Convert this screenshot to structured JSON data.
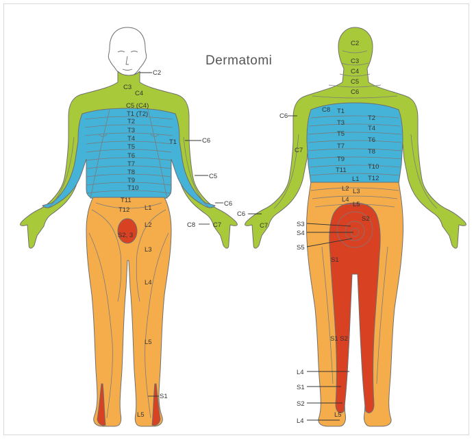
{
  "title": "Dermatomi",
  "colors": {
    "cervical": "#a8c93a",
    "thoracic": "#45b3d8",
    "lumbar": "#f5ad4c",
    "sacral": "#d94123",
    "outline": "#6e6e6e",
    "skin": "#ffffff"
  },
  "front": {
    "labels": [
      {
        "id": "c2",
        "text": "C2"
      },
      {
        "id": "c3",
        "text": "C3"
      },
      {
        "id": "c4",
        "text": "C4"
      },
      {
        "id": "c5c4",
        "text": "C5 (C4)"
      },
      {
        "id": "t1t2",
        "text": "T1 (T2)"
      },
      {
        "id": "t2",
        "text": "T2"
      },
      {
        "id": "t3",
        "text": "T3"
      },
      {
        "id": "t4",
        "text": "T4"
      },
      {
        "id": "t5",
        "text": "T5"
      },
      {
        "id": "t6",
        "text": "T6"
      },
      {
        "id": "t7",
        "text": "T7"
      },
      {
        "id": "t8",
        "text": "T8"
      },
      {
        "id": "t9",
        "text": "T9"
      },
      {
        "id": "t10",
        "text": "T10"
      },
      {
        "id": "t11",
        "text": "T11"
      },
      {
        "id": "t12",
        "text": "T12"
      },
      {
        "id": "t1arm",
        "text": "T1"
      },
      {
        "id": "c6a",
        "text": "C6"
      },
      {
        "id": "c5arm",
        "text": "C5"
      },
      {
        "id": "c6b",
        "text": "C6"
      },
      {
        "id": "c8",
        "text": "C8"
      },
      {
        "id": "c7",
        "text": "C7"
      },
      {
        "id": "l1",
        "text": "L1"
      },
      {
        "id": "l2",
        "text": "L2"
      },
      {
        "id": "s23",
        "text": "S2, 3"
      },
      {
        "id": "l3",
        "text": "L3"
      },
      {
        "id": "l4",
        "text": "L4"
      },
      {
        "id": "l5",
        "text": "L5"
      },
      {
        "id": "s1",
        "text": "S1"
      },
      {
        "id": "l5foot",
        "text": "L5"
      }
    ]
  },
  "back": {
    "labels": [
      {
        "id": "c2",
        "text": "C2"
      },
      {
        "id": "c3",
        "text": "C3"
      },
      {
        "id": "c4",
        "text": "C4"
      },
      {
        "id": "c5",
        "text": "C5"
      },
      {
        "id": "c6",
        "text": "C6"
      },
      {
        "id": "c6arm",
        "text": "C6"
      },
      {
        "id": "c8",
        "text": "C8"
      },
      {
        "id": "t1",
        "text": "T1"
      },
      {
        "id": "t2",
        "text": "T2"
      },
      {
        "id": "t3",
        "text": "T3"
      },
      {
        "id": "t4",
        "text": "T4"
      },
      {
        "id": "t5",
        "text": "T5"
      },
      {
        "id": "t6",
        "text": "T6"
      },
      {
        "id": "t7",
        "text": "T7"
      },
      {
        "id": "t8",
        "text": "T8"
      },
      {
        "id": "t9",
        "text": "T9"
      },
      {
        "id": "t10",
        "text": "T10"
      },
      {
        "id": "t11",
        "text": "T11"
      },
      {
        "id": "t12",
        "text": "T12"
      },
      {
        "id": "c7",
        "text": "C7"
      },
      {
        "id": "l1",
        "text": "L1"
      },
      {
        "id": "l2",
        "text": "L2"
      },
      {
        "id": "l3",
        "text": "L3"
      },
      {
        "id": "l4",
        "text": "L4"
      },
      {
        "id": "l5",
        "text": "L5"
      },
      {
        "id": "c6hand",
        "text": "C6"
      },
      {
        "id": "c7hand",
        "text": "C7"
      },
      {
        "id": "s3",
        "text": "S3"
      },
      {
        "id": "s4",
        "text": "S4"
      },
      {
        "id": "s5",
        "text": "S5"
      },
      {
        "id": "s2",
        "text": "S2"
      },
      {
        "id": "s1",
        "text": "S1"
      },
      {
        "id": "s1s2",
        "text": "S1 S2"
      },
      {
        "id": "l4leg",
        "text": "L4"
      },
      {
        "id": "s1leg",
        "text": "S1"
      },
      {
        "id": "s2leg",
        "text": "S2"
      },
      {
        "id": "l5foot",
        "text": "L5"
      },
      {
        "id": "l4foot",
        "text": "L4"
      }
    ]
  }
}
